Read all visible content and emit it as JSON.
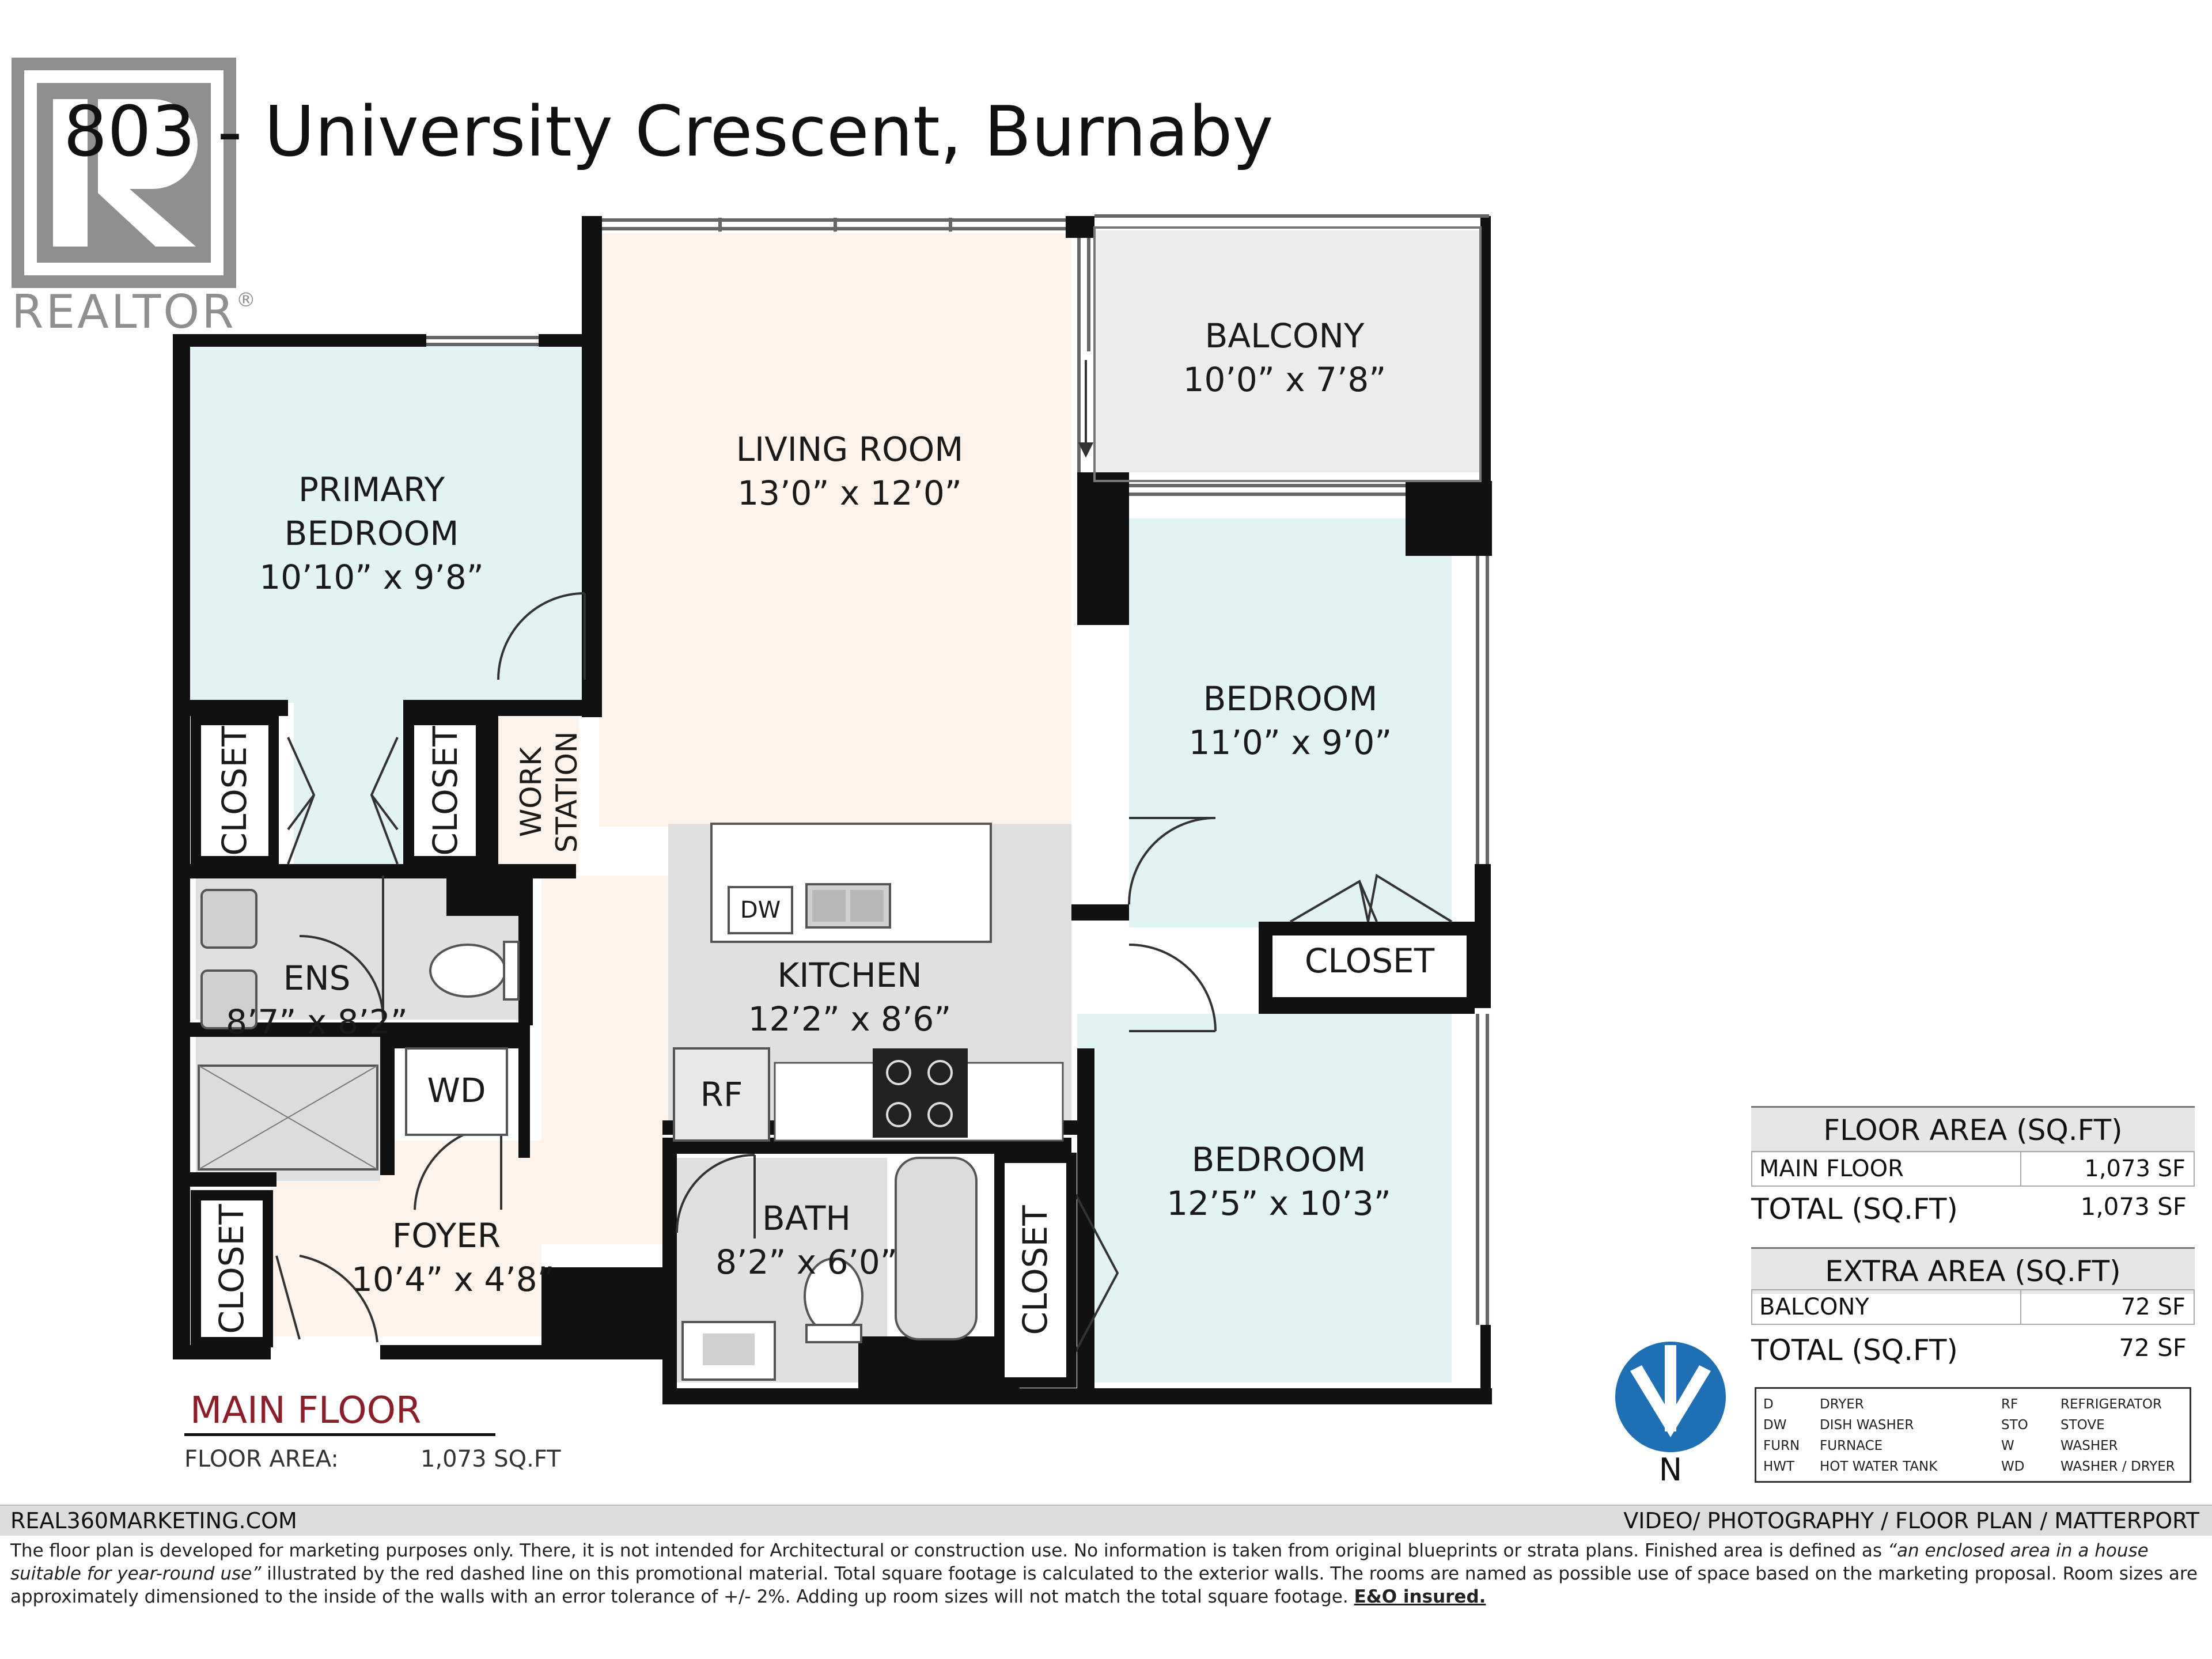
{
  "listing": {
    "title": "803 - University Crescent, Burnaby",
    "realtor_logo_text": "REALTOR",
    "realtor_mark": "®"
  },
  "rooms": {
    "balcony": {
      "name": "BALCONY",
      "size": "10’0” x 7’8”"
    },
    "living": {
      "name": "LIVING ROOM",
      "size": "13’0” x 12’0”"
    },
    "primary": {
      "name1": "PRIMARY",
      "name2": "BEDROOM",
      "size": "10’10” x 9’8”"
    },
    "bedroom1": {
      "name": "BEDROOM",
      "size": "11’0” x 9’0”"
    },
    "bedroom2": {
      "name": "BEDROOM",
      "size": "12’5” x 10’3”"
    },
    "kitchen": {
      "name": "KITCHEN",
      "size": "12’2” x 8’6”"
    },
    "ens": {
      "name": "ENS",
      "size": "8’7” x 8’2”"
    },
    "bath": {
      "name": "BATH",
      "size": "8’2” x 6’0”"
    },
    "foyer": {
      "name": "FOYER",
      "size": "10’4” x 4’8”"
    },
    "work": {
      "line1": "WORK",
      "line2": "STATION"
    },
    "closet": "CLOSET",
    "dw": "DW",
    "rf": "RF",
    "wd": "WD"
  },
  "floor": {
    "label": "MAIN FLOOR",
    "area_label": "FLOOR AREA:",
    "area_value": "1,073 SQ.FT"
  },
  "floor_area_table": {
    "header": "FLOOR AREA (SQ.FT)",
    "rows": [
      {
        "label": "MAIN FLOOR",
        "value": "1,073 SF"
      }
    ],
    "total_label": "TOTAL (SQ.FT)",
    "total_value": "1,073 SF"
  },
  "extra_area_table": {
    "header": "EXTRA AREA (SQ.FT)",
    "rows": [
      {
        "label": "BALCONY",
        "value": "72 SF"
      }
    ],
    "total_label": "TOTAL (SQ.FT)",
    "total_value": "72 SF"
  },
  "compass": {
    "label": "N"
  },
  "legend": [
    {
      "code": "D",
      "meaning": "DRYER"
    },
    {
      "code": "DW",
      "meaning": "DISH WASHER"
    },
    {
      "code": "FURN",
      "meaning": "FURNACE"
    },
    {
      "code": "HWT",
      "meaning": "HOT WATER TANK"
    },
    {
      "code": "RF",
      "meaning": "REFRIGERATOR"
    },
    {
      "code": "STO",
      "meaning": "STOVE"
    },
    {
      "code": "W",
      "meaning": "WASHER"
    },
    {
      "code": "WD",
      "meaning": "WASHER / DRYER"
    }
  ],
  "footer": {
    "site": "REAL360MARKETING.COM",
    "services": "VIDEO/ PHOTOGRAPHY / FLOOR PLAN / MATTERPORT",
    "disclaimer_a": "The floor plan is developed for marketing purposes only. There, it is not intended for Architectural or construction use. No information is  taken from original blueprints or strata plans. Finished area is defined as ",
    "disclaimer_quote": "“an enclosed area in a house suitable for year-round use”",
    "disclaimer_b": " illustrated by the red dashed line on this promotional material. Total square footage is calculated to the exterior walls. The rooms are named as possible use of space based on the marketing proposal. Room sizes are approximately dimensioned to the inside of the walls with an error tolerance of +/- 2%. Adding up room sizes will not match the total square footage. ",
    "eo": "E&O insured."
  },
  "colors": {
    "bedroom_fill": "#e2f3f3",
    "living_fill": "#fdf3ea",
    "wet_fill": "#e0e0e0",
    "balcony_fill": "#ececec",
    "wall": "#111111",
    "floor_label": "#8a1f2a",
    "compass": "#1f6fb5"
  }
}
